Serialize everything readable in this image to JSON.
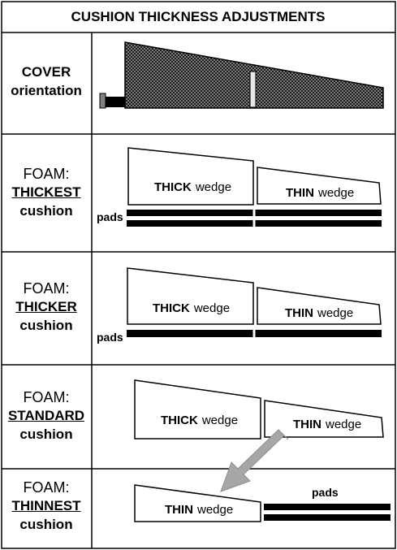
{
  "title": "CUSHION THICKNESS ADJUSTMENTS",
  "rows": [
    {
      "label_line1": "COVER",
      "label_line2": "orientation"
    },
    {
      "label_line1": "FOAM:",
      "label_line2": "THICKEST",
      "label_line3": "cushion",
      "thick_label": "THICK",
      "thick_word": "wedge",
      "thin_label": "THIN",
      "thin_word": "wedge",
      "pads_label": "pads"
    },
    {
      "label_line1": "FOAM:",
      "label_line2": "THICKER",
      "label_line3": "cushion",
      "thick_label": "THICK",
      "thick_word": "wedge",
      "thin_label": "THIN",
      "thin_word": "wedge",
      "pads_label": "pads"
    },
    {
      "label_line1": "FOAM:",
      "label_line2": "STANDARD",
      "label_line3": "cushion",
      "thick_label": "THICK",
      "thick_word": "wedge",
      "thin_label": "THIN",
      "thin_word": "wedge"
    },
    {
      "label_line1": "FOAM:",
      "label_line2": "THINNEST",
      "label_line3": "cushion",
      "thin_label": "THIN",
      "thin_word": "wedge",
      "pads_label": "pads"
    }
  ],
  "colors": {
    "line": "#000000",
    "arrow": "#a6a6a6",
    "hatch": "#000000"
  }
}
